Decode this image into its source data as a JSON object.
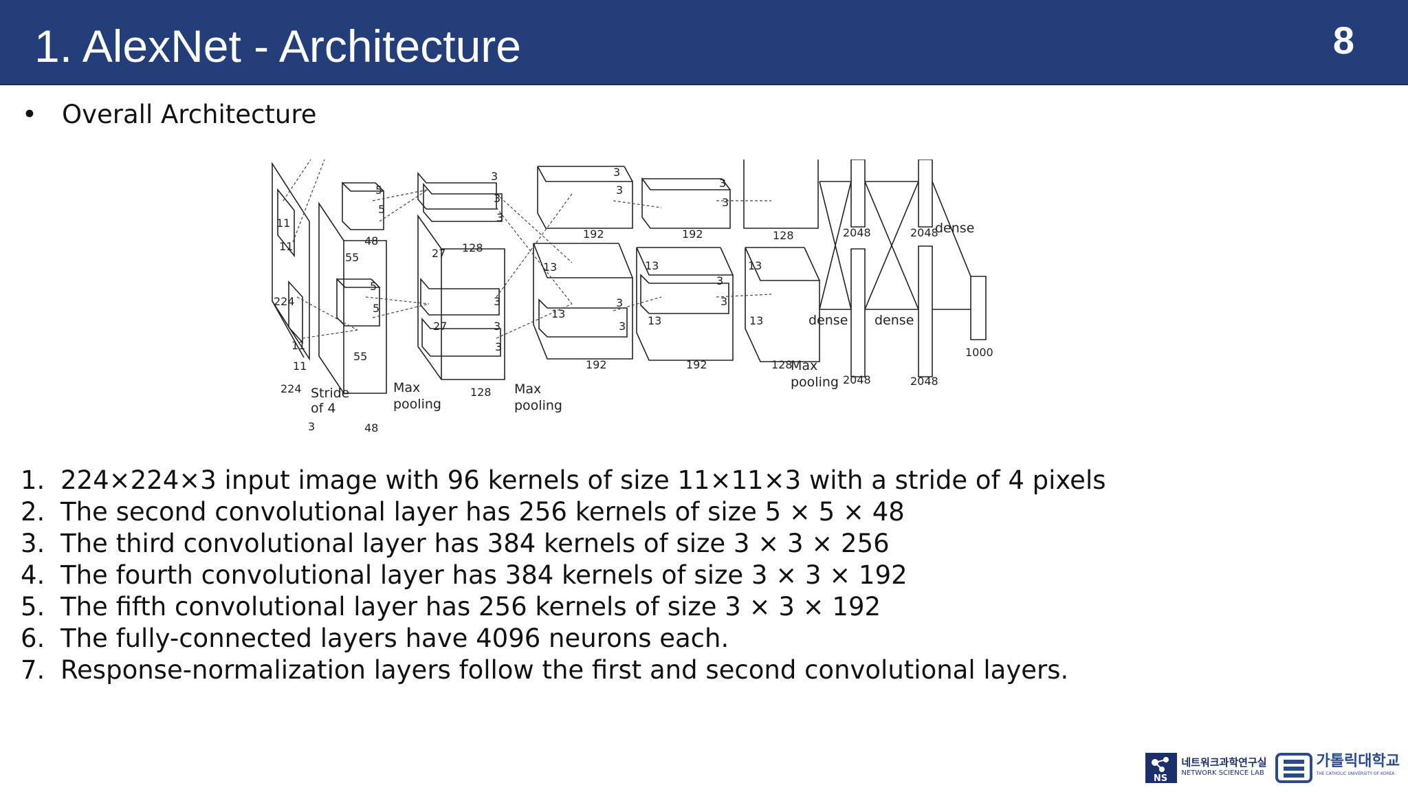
{
  "header": {
    "title": "1. AlexNet - Architecture",
    "page_number": "8"
  },
  "bullet": {
    "symbol": "•",
    "text": "Overall Architecture"
  },
  "figure": {
    "labels": {
      "in_224_top": "224",
      "in_224_bottom": "224",
      "in_3": "3",
      "k11_a": "11",
      "k11_b": "11",
      "k11_c": "11",
      "k11_d": "11",
      "stride": "Stride",
      "of4": "of 4",
      "c1_55_a": "55",
      "c1_55_b": "55",
      "c1_48_top": "48",
      "c1_48_bottom": "48",
      "c1_k5_a": "5",
      "c1_k5_b": "5",
      "c1_k5_c": "5",
      "c1_k5_d": "5",
      "maxpool1_a": "Max",
      "maxpool1_b": "pooling",
      "c2_27_a": "27",
      "c2_27_b": "27",
      "c2_128_top": "128",
      "c2_128_bottom": "128",
      "c2_k3": [
        "3",
        "3",
        "3",
        "3",
        "3",
        "3"
      ],
      "maxpool2_a": "Max",
      "maxpool2_b": "pooling",
      "c3_13_a": "13",
      "c3_13_b": "13",
      "c3_192_top": "192",
      "c3_192_bottom": "192",
      "c3_k3": [
        "3",
        "3",
        "3",
        "3"
      ],
      "c4_13_a": "13",
      "c4_13_b": "13",
      "c4_192_top": "192",
      "c4_192_bottom": "192",
      "c4_k3": [
        "3",
        "3",
        "3",
        "3"
      ],
      "c5_13_a": "13",
      "c5_13_b": "13",
      "c5_128_top": "128",
      "c5_128_bottom": "128",
      "maxpool3_a": "Max",
      "maxpool3_b": "pooling",
      "dense_a": "dense",
      "dense_b": "dense",
      "dense_c": "dense",
      "fc_2048": [
        "2048",
        "2048",
        "2048",
        "2048"
      ],
      "out_1000": "1000"
    }
  },
  "list": [
    {
      "num": "1.",
      "text": "224×224×3 input image with 96 kernels of size 11×11×3 with a stride of 4 pixels"
    },
    {
      "num": "2.",
      "text": "The second convolutional layer has 256 kernels of size 5 × 5 × 48"
    },
    {
      "num": "3.",
      "text": "The third convolutional layer has 384 kernels of size 3 × 3 × 256"
    },
    {
      "num": "4.",
      "text": "The fourth convolutional layer has 384 kernels of size 3 × 3 × 192"
    },
    {
      "num": "5.",
      "text": "The fifth convolutional layer has 256 kernels of size 3 × 3 × 192"
    },
    {
      "num": "6.",
      "text": "The fully-connected layers have 4096 neurons each."
    },
    {
      "num": "7.",
      "text": "Response-normalization layers follow the first and second convolutional layers."
    }
  ],
  "logos": {
    "lab_kr": "네트워크과학연구실",
    "lab_en": "NETWORK SCIENCE LAB",
    "lab_badge": "NS",
    "univ_kr": "가톨릭대학교",
    "univ_en": "THE CATHOLIC UNIVERSITY OF KOREA"
  },
  "colors": {
    "header_bg": "#243e7a",
    "header_text": "#ffffff",
    "logo_blue": "#1c2f6a"
  }
}
